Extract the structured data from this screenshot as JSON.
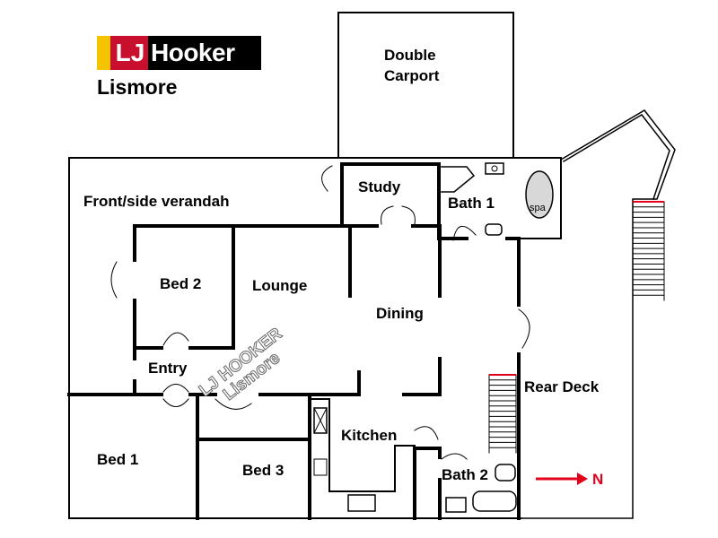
{
  "logo": {
    "brand_lj": "LJ",
    "brand_name": "Hooker",
    "office": "Lismore",
    "colors": {
      "yellow": "#f5c400",
      "red": "#c8102e",
      "black": "#000000"
    }
  },
  "watermark": {
    "line1": "LJ HOOKER",
    "line2": "Lismore"
  },
  "rooms": {
    "carport": "Double Carport",
    "verandah": "Front/side verandah",
    "study": "Study",
    "bath1": "Bath 1",
    "spa": "spa",
    "bed2": "Bed 2",
    "lounge": "Lounge",
    "dining": "Dining",
    "entry": "Entry",
    "rear_deck": "Rear Deck",
    "kitchen": "Kitchen",
    "bed1": "Bed 1",
    "bed3": "Bed 3",
    "bath2": "Bath 2"
  },
  "compass": {
    "label": "N",
    "color": "#e3001b"
  }
}
